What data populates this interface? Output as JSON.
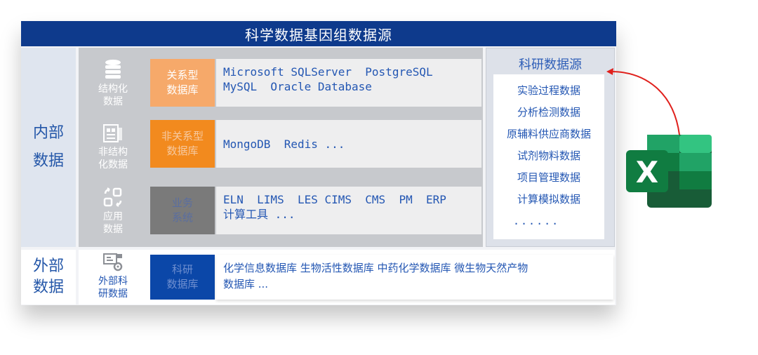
{
  "title": "科学数据基因组数据源",
  "left_labels": {
    "internal": "内部\n数据",
    "external": "外部\n数据"
  },
  "rows": [
    {
      "icon": "database-icon",
      "icon_label": "结构化\n数据",
      "category": "关系型\n数据库",
      "cat_bg": "#f6a96a",
      "cat_fg": "#ffffff",
      "content": "Microsoft SQLServer  PostgreSQL\nMySQL  Oracle Database"
    },
    {
      "icon": "document-grid-icon",
      "icon_label": "非结构\n化数据",
      "category": "非关系型\n数据库",
      "cat_bg": "#f28a1e",
      "cat_fg": "#f6c9a0",
      "content": "MongoDB  Redis ..."
    },
    {
      "icon": "apps-icon",
      "icon_label": "应用\n数据",
      "category": "业务\n系统",
      "cat_bg": "#7a7a7a",
      "cat_fg": "#5a6ea0",
      "content": "ELN  LIMS  LES CIMS  CMS  PM  ERP\n计算工具 ..."
    },
    {
      "icon": "settings-monitor-icon",
      "icon_label": "外部科\n研数据",
      "category": "科研\n数据库",
      "cat_bg": "#0b47a8",
      "cat_fg": "#6f8fd0",
      "content": "化学信息数据库 生物活性数据库 中药化学数据库 微生物天然产物\n数据库 ..."
    }
  ],
  "right_panel": {
    "title": "科研数据源",
    "items": [
      "实验过程数据",
      "分析检测数据",
      "原辅料供应商数据",
      "试剂物料数据",
      "项目管理数据",
      "计算模拟数据",
      "......"
    ]
  },
  "excel_logo": {
    "letter": "X",
    "colors": {
      "dark": "#185c37",
      "mid": "#21a366",
      "light": "#33c481",
      "badge": "#107c41"
    }
  },
  "colors": {
    "title_bar": "#0e3a8c",
    "accent_text": "#2457b3",
    "arrow": "#e0201c"
  }
}
